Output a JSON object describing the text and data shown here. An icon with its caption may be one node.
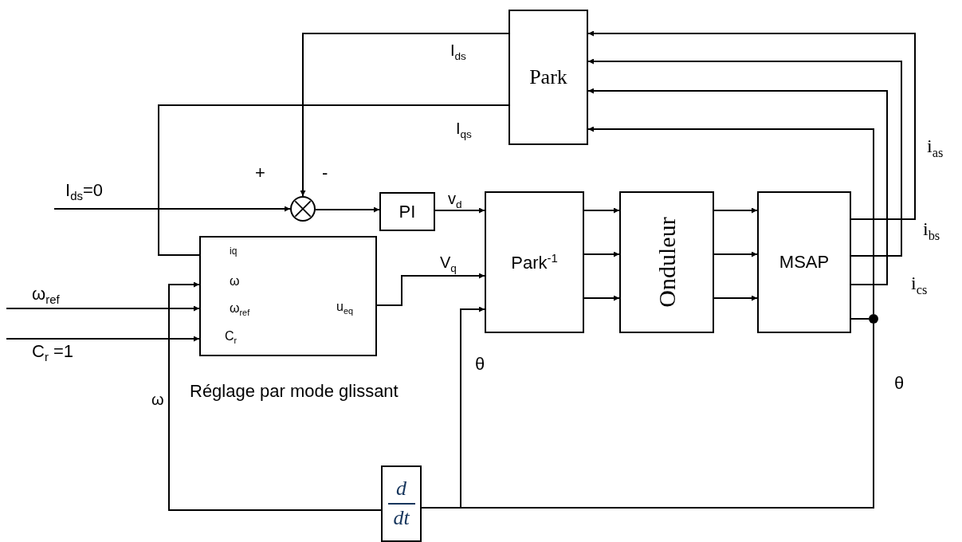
{
  "diagram": {
    "nodes": [
      {
        "text": [
          "Park"
        ]
      },
      {
        "text": [],
        "shape": "circle"
      },
      {
        "text": [
          "PI"
        ]
      },
      {
        "text": [
          "Park$^{-1}$"
        ]
      },
      {
        "text": [
          "Onduleur"
        ]
      },
      {
        "text": [
          "MSAP"
        ]
      },
      {
        "text": [
          "iq",
          "ω",
          "ω$_{ref}$",
          "C$_{r}$",
          "u$_{eq}$"
        ],
        "beside": [
          "Réglage par mode glissant"
        ]
      },
      {
        "text": [
          "d",
          "dt"
        ]
      },
      {
        "text": [],
        "shape": "circle"
      }
    ],
    "edges": [
      {
        "from": 0,
        "to": 1,
        "arrow": "to",
        "label": "I$_{ds}$"
      },
      {
        "from": 0,
        "to": 6,
        "arrow": "none",
        "label": "I$_{qs}$"
      },
      {
        "from": null,
        "to": 1,
        "arrow": "to",
        "label": "I$_{ds}$=0"
      },
      {
        "from": 1,
        "to": 2,
        "arrow": "to"
      },
      {
        "from": 2,
        "to": 3,
        "arrow": "to",
        "label": "v$_{d}$"
      },
      {
        "from": null,
        "to": 6,
        "arrow": "to",
        "label": "ω$_{ref}$"
      },
      {
        "from": null,
        "to": 6,
        "arrow": "to",
        "label": "C$_{r}$ =1"
      },
      {
        "from": 6,
        "to": 3,
        "arrow": "to",
        "label": "V$_{q}$"
      },
      {
        "from": 7,
        "to": 6,
        "arrow": "to",
        "label": "ω"
      },
      {
        "from": 8,
        "to": 7,
        "arrow": "none",
        "label": "θ"
      },
      {
        "from": 8,
        "to": 3,
        "arrow": "to",
        "label": "θ"
      },
      {
        "from": 5,
        "to": 8,
        "arrow": "none"
      },
      {
        "from": 8,
        "to": 0,
        "arrow": "to"
      },
      {
        "from": 3,
        "to": 4,
        "arrow": "to"
      },
      {
        "from": 3,
        "to": 4,
        "arrow": "to"
      },
      {
        "from": 3,
        "to": 4,
        "arrow": "to"
      },
      {
        "from": 4,
        "to": 5,
        "arrow": "to"
      },
      {
        "from": 4,
        "to": 5,
        "arrow": "to"
      },
      {
        "from": 4,
        "to": 5,
        "arrow": "to"
      },
      {
        "from": 5,
        "to": 0,
        "arrow": "to",
        "label": "i$_{as}$"
      },
      {
        "from": 5,
        "to": 0,
        "arrow": "to",
        "label": "i$_{bs}$"
      },
      {
        "from": 5,
        "to": 0,
        "arrow": "to",
        "label": "i$_{cs}$"
      }
    ],
    "labels": [
      "+",
      "-"
    ]
  }
}
